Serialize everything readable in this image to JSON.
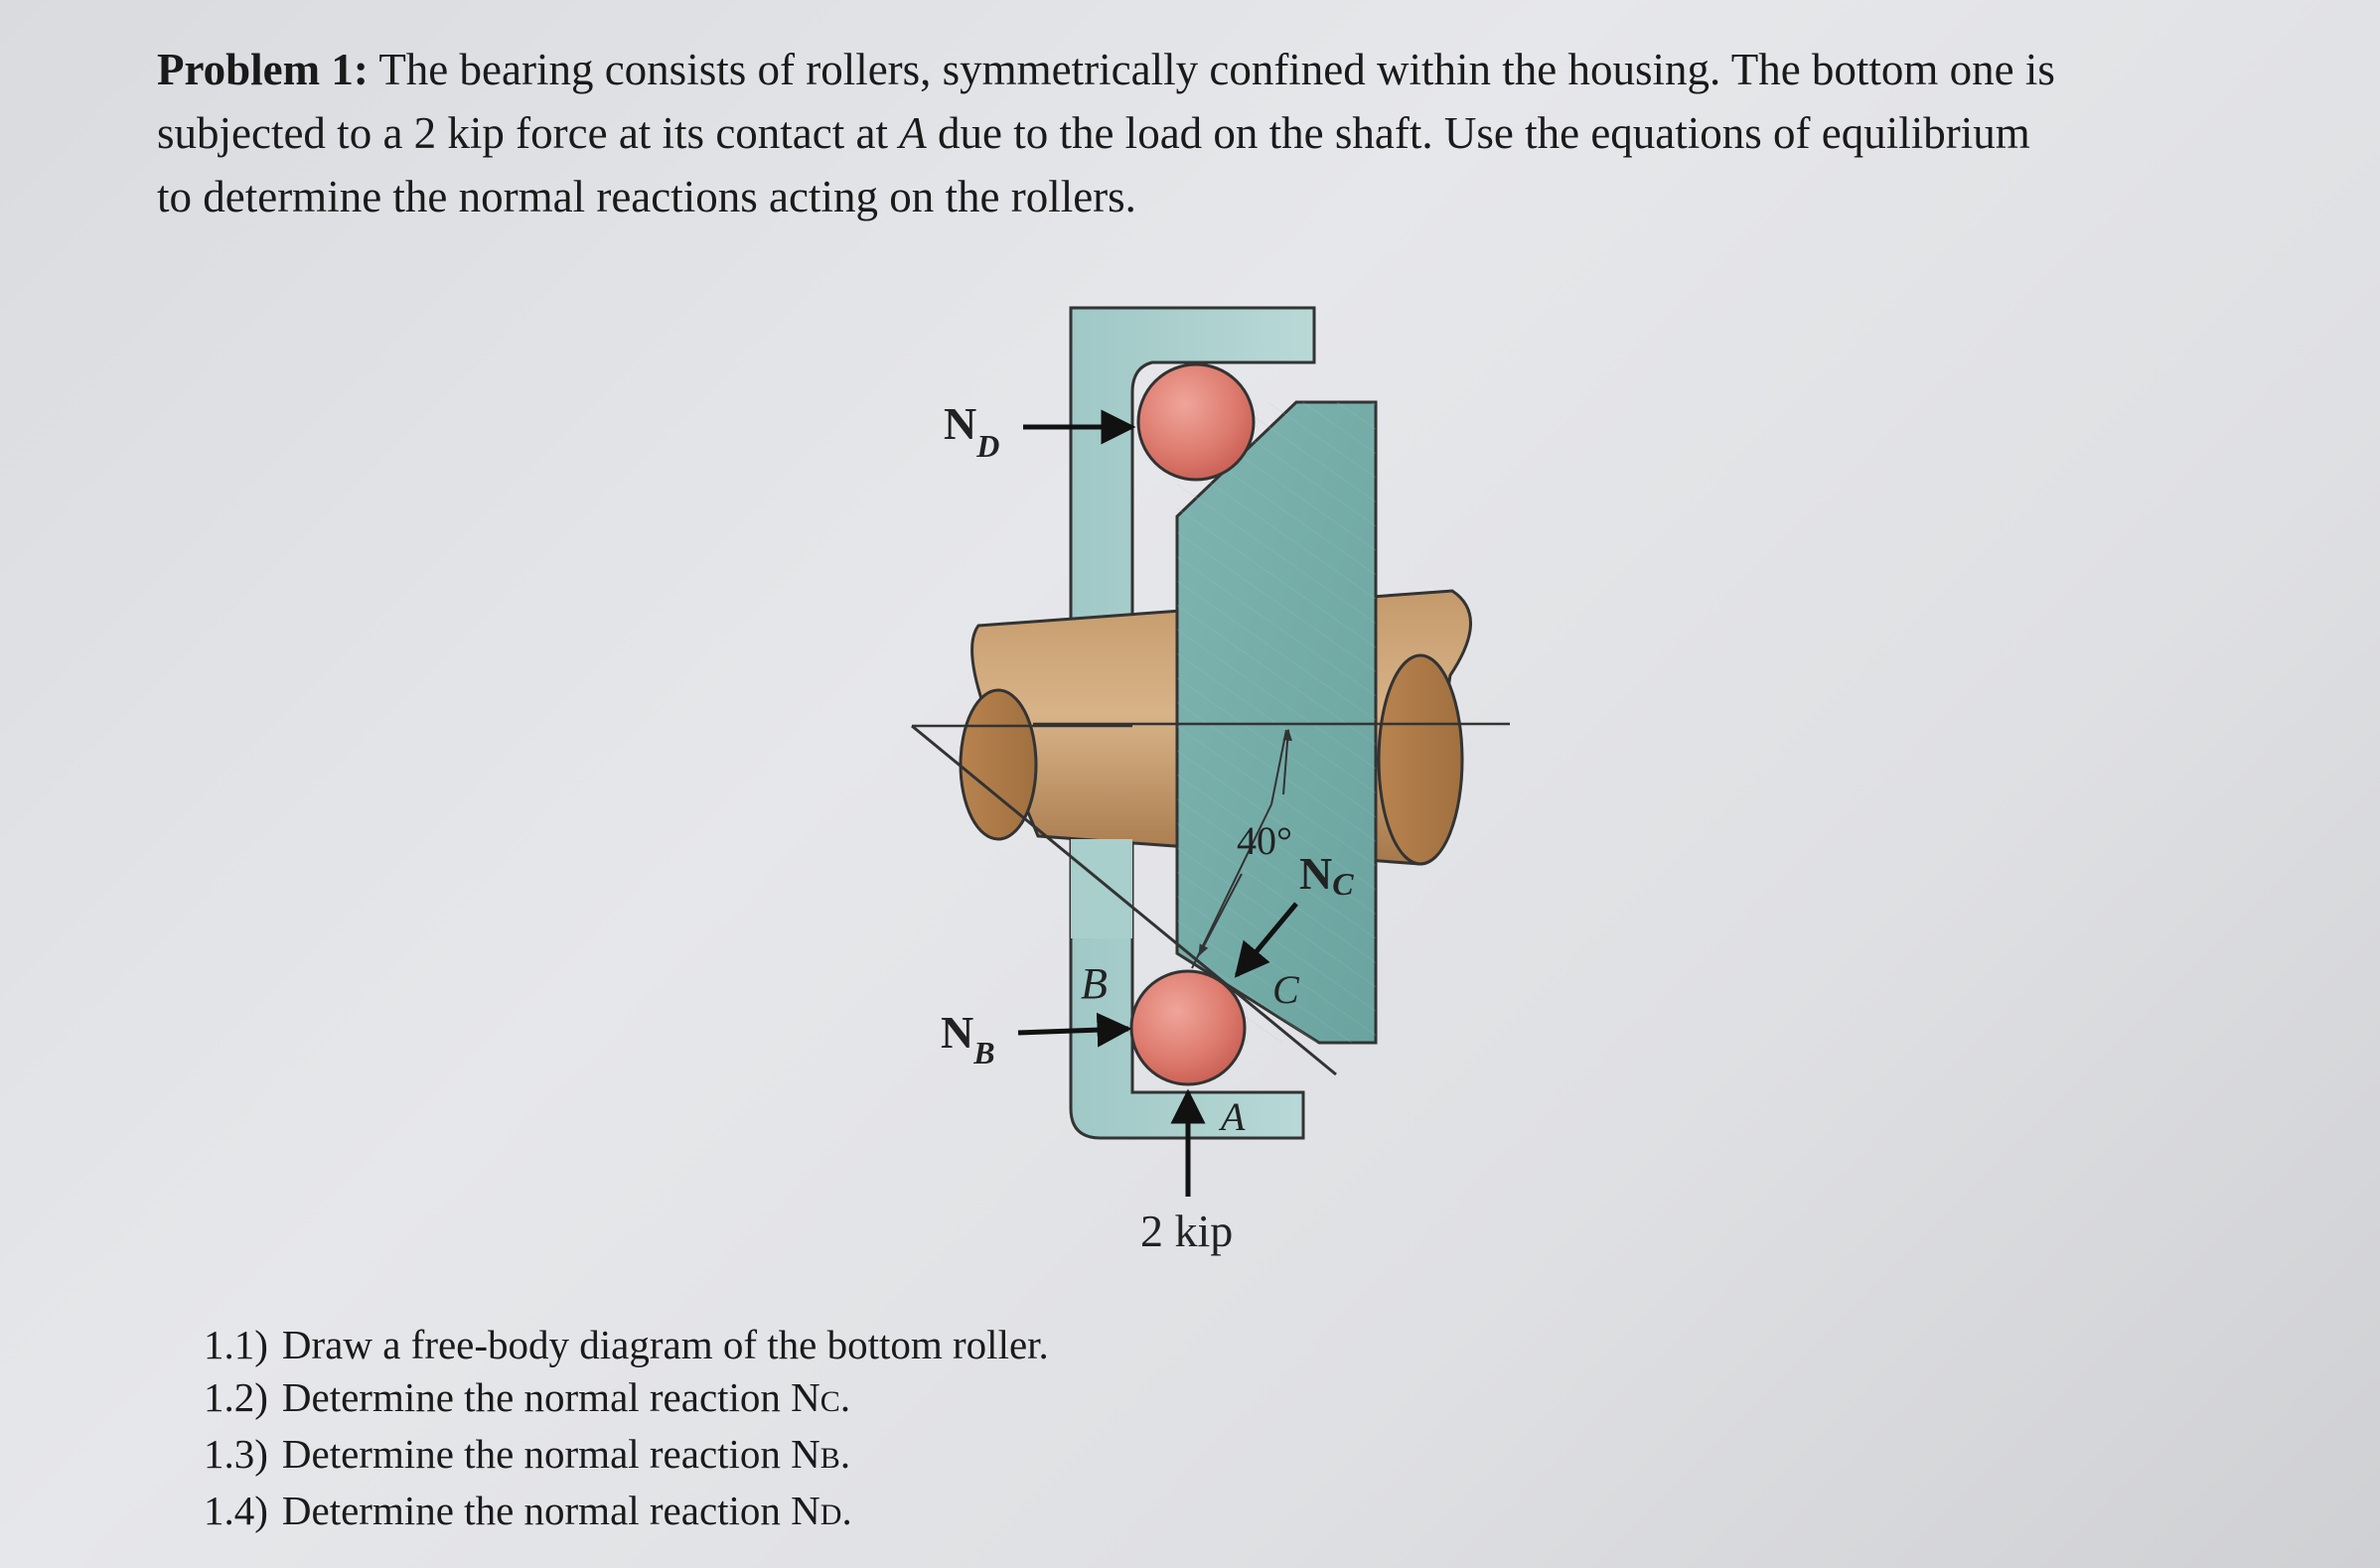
{
  "problem": {
    "heading": "Problem 1:",
    "line1_a": "The bearing consists of rollers, symmetrically confined within the housing. The bottom one is",
    "line2_a": "subjected to a 2 kip force at its contact at",
    "line2_point": "A",
    "line2_b": "due to the load on the shaft. Use the equations of equilibrium",
    "line3": "to determine the normal reactions acting on the rollers."
  },
  "figure": {
    "label_nd": "N",
    "label_nd_sub": "D",
    "label_nb": "N",
    "label_nb_sub": "B",
    "label_nc": "N",
    "label_nc_sub": "C",
    "label_b": "B",
    "label_c": "C",
    "label_a": "A",
    "angle": "40°",
    "force": "2 kip"
  },
  "questions": [
    {
      "num": "1.1)",
      "text": "Draw a free-body diagram of the bottom roller."
    },
    {
      "num": "1.2)",
      "text": "Determine the normal reaction N",
      "sub": "C",
      "end": "."
    },
    {
      "num": "1.3)",
      "text": "Determine the normal reaction N",
      "sub": "B",
      "end": "."
    },
    {
      "num": "1.4)",
      "text": "Determine the normal reaction N",
      "sub": "D",
      "end": "."
    }
  ]
}
